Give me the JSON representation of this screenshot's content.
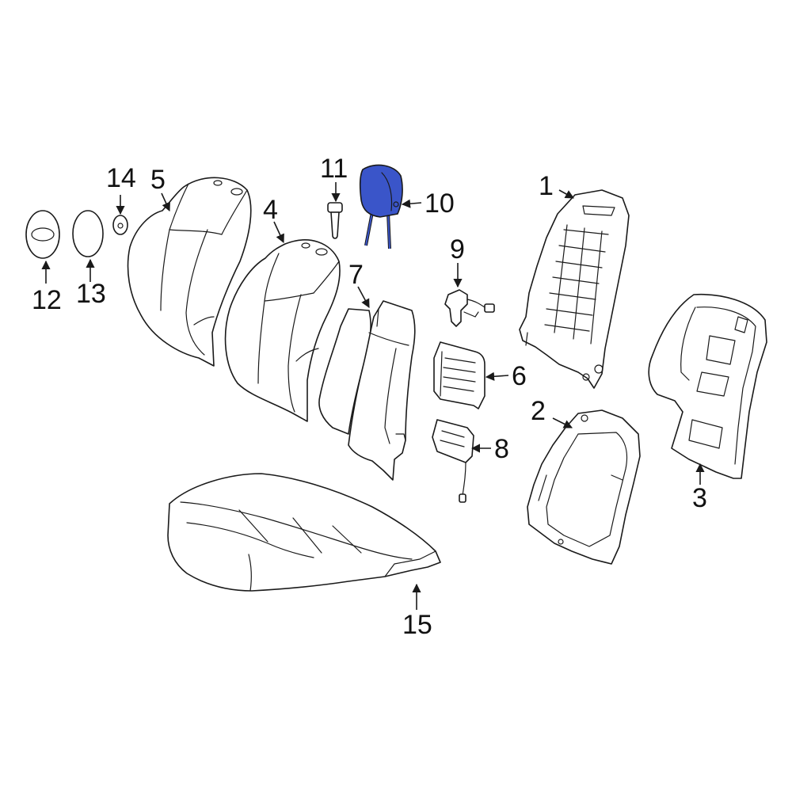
{
  "colors": {
    "highlight": "#3a55c9",
    "line": "#1a1a1a",
    "background": "#ffffff"
  },
  "highlighted_part": "10",
  "callouts": {
    "c1": "1",
    "c2": "2",
    "c3": "3",
    "c4": "4",
    "c5": "5",
    "c6": "6",
    "c7": "7",
    "c8": "8",
    "c9": "9",
    "c10": "10",
    "c11": "11",
    "c12": "12",
    "c13": "13",
    "c14": "14",
    "c15": "15"
  }
}
